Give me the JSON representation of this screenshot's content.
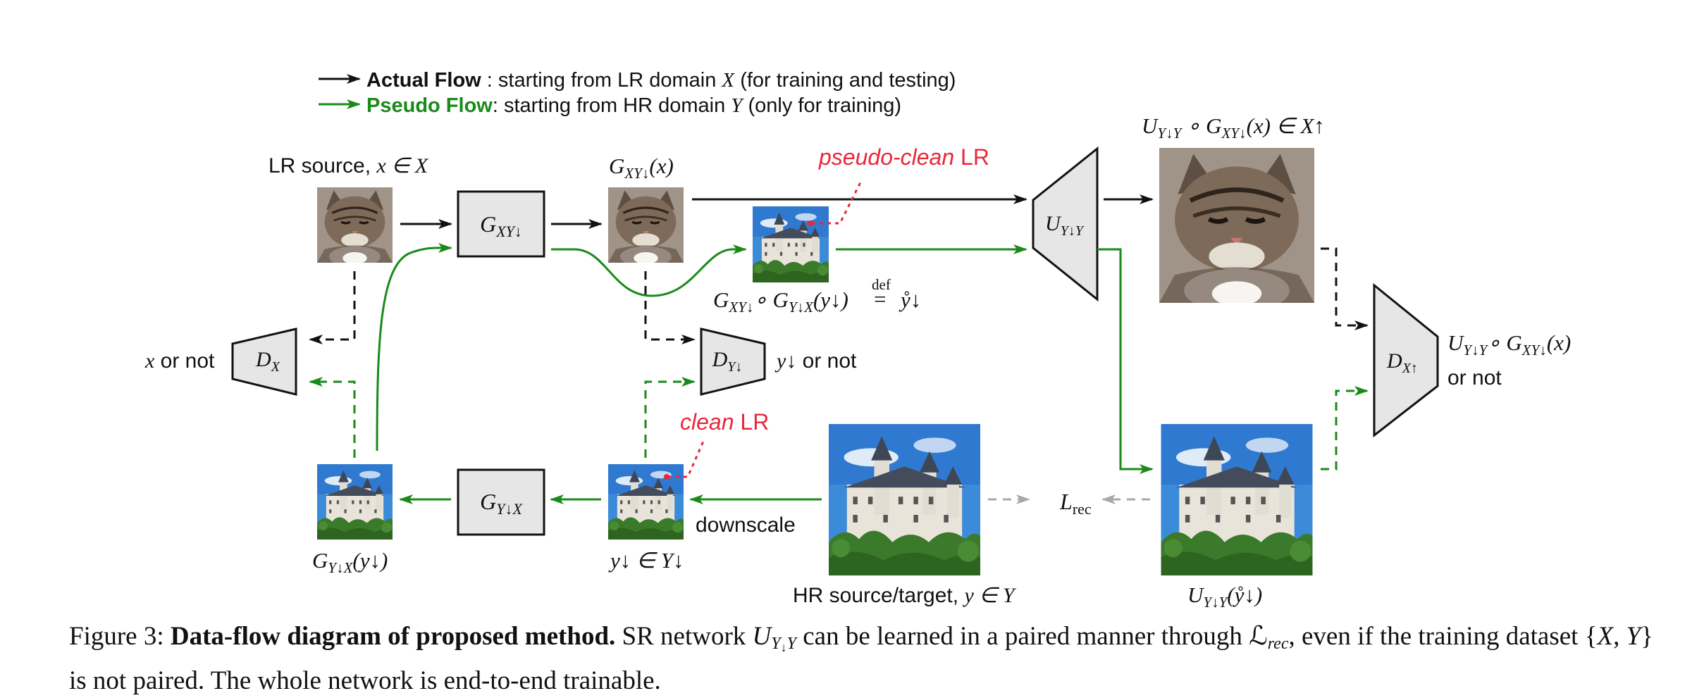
{
  "legend": {
    "actual": {
      "name": "Actual Flow",
      "desc": " : starting from LR domain ",
      "var": "X",
      "tail": " (for training and testing)"
    },
    "pseudo": {
      "name": "Pseudo Flow",
      "desc": ": starting from HR domain ",
      "var": "Y",
      "tail": " (only for training)"
    }
  },
  "labels": {
    "lr_source": "LR source, ",
    "lr_source_math": "x ∈ X",
    "g_out": "G",
    "g_out_sub": "XY↓",
    "g_out_tail": "(x)",
    "pseudo_clean_italic": "pseudo-clean",
    "pseudo_clean_tail": " LR",
    "composite_top": "U",
    "composite_top_sub": "Y↓Y",
    "composite_top_mid": " ∘ G",
    "composite_top_sub2": "XY↓",
    "composite_top_tail": "(x) ∈ X↑",
    "pseudo_def": "G",
    "pseudo_def_sub": "XY↓",
    "pseudo_def_mid": "∘ G",
    "pseudo_def_sub2": "Y↓X",
    "pseudo_def_tail": "(y↓)",
    "def": "def",
    "eq": "=",
    "ytilde": "ẙ↓",
    "x_or_not_x": "x",
    "x_or_not": " or not",
    "y_or_not_y": "y↓",
    "y_or_not": " or not",
    "clean_italic": "clean",
    "clean_tail": " LR",
    "downscale": "downscale",
    "g_yx_out": "G",
    "g_yx_out_sub": "Y↓X",
    "g_yx_out_tail": "(y↓)",
    "y_down": "y↓ ∈ Y↓",
    "hr_source": "HR source/target, ",
    "hr_source_math": "y ∈ Y",
    "l_rec": "L",
    "l_rec_sub": "rec",
    "u_ytilde": "U",
    "u_ytilde_sub": "Y↓Y",
    "u_ytilde_tail": "(ẙ↓)",
    "dx_up_out_top": "U",
    "dx_up_out_top_sub": "Y↓Y",
    "dx_up_out_top_mid": "∘ G",
    "dx_up_out_top_sub2": "XY↓",
    "dx_up_out_top_tail": "(x)",
    "dx_up_out_bottom": "or not"
  },
  "blocks": {
    "g_xy": {
      "main": "G",
      "sub": "XY↓"
    },
    "g_yx": {
      "main": "G",
      "sub": "Y↓X"
    },
    "u": {
      "main": "U",
      "sub": "Y↓Y"
    },
    "d_x": {
      "main": "D",
      "sub": "X"
    },
    "d_y": {
      "main": "D",
      "sub": "Y↓"
    },
    "d_xup": {
      "main": "D",
      "sub": "X↑"
    }
  },
  "caption": {
    "figure": "Figure 3: ",
    "title": "Data-flow diagram of proposed method.",
    "text1": " SR network ",
    "u": "U",
    "u_sub": "Y",
    "u_sub_sub": "↓",
    "u_sub_tail": "Y",
    "text2": " can be learned in a paired manner through ",
    "l": "ℒ",
    "l_sub": "rec",
    "text3": ", even if the training dataset {",
    "set_x": "X",
    "set_sep": ", ",
    "set_y": "Y",
    "text4": "} is not paired. The whole network is end-to-end trainable."
  },
  "colors": {
    "actual": "#111111",
    "pseudo": "#1a8a1a",
    "annotation": "#e8283a",
    "rec": "#a8a8a8",
    "block_fill": "#e6e6e6"
  }
}
